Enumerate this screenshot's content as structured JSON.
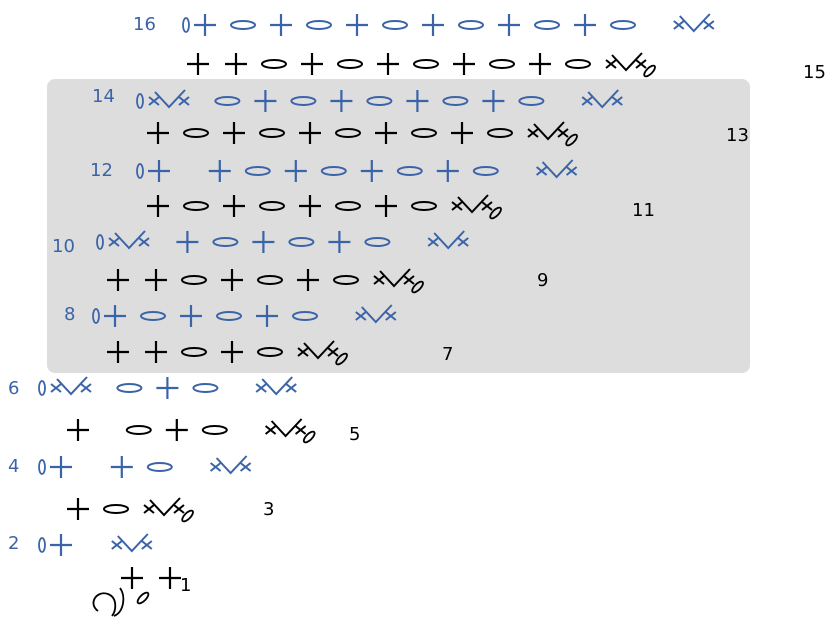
{
  "colors": {
    "even_rows": "#3b64a8",
    "odd_rows": "#000000",
    "repeat_box": "#dddddd"
  },
  "row_labels": {
    "r1": "1",
    "r2": "2",
    "r3": "3",
    "r4": "4",
    "r5": "5",
    "r6": "6",
    "r7": "7",
    "r8": "8",
    "r9": "9",
    "r10": "10",
    "r11": "11",
    "r12": "12",
    "r13": "13",
    "r14": "14",
    "r15": "15",
    "r16": "16"
  },
  "rows": [
    {
      "row": 1,
      "side": "right",
      "sequence": [
        "sc",
        "sc"
      ]
    },
    {
      "row": 2,
      "side": "left",
      "sequence": [
        "ch",
        "sc",
        "gap",
        "inc"
      ]
    },
    {
      "row": 3,
      "side": "right",
      "sequence": [
        "sc",
        "ch",
        "inc",
        "ch"
      ]
    },
    {
      "row": 4,
      "side": "left",
      "sequence": [
        "ch",
        "sc",
        "gap",
        "sc",
        "ch",
        "gap",
        "inc"
      ]
    },
    {
      "row": 5,
      "side": "right",
      "sequence": [
        "sc",
        "gap",
        "ch",
        "sc",
        "ch",
        "gap",
        "inc",
        "ch"
      ]
    },
    {
      "row": 6,
      "side": "left",
      "sequence": [
        "ch",
        "inc",
        "gap",
        "ch",
        "sc",
        "ch",
        "gap",
        "inc"
      ]
    },
    {
      "row": 7,
      "side": "right",
      "sequence": [
        "sc",
        "sc",
        "ch",
        "sc",
        "ch",
        "inc",
        "ch"
      ]
    },
    {
      "row": 8,
      "side": "left",
      "sequence": [
        "ch",
        "sc",
        "ch",
        "sc",
        "ch",
        "sc",
        "ch",
        "gap",
        "inc"
      ]
    },
    {
      "row": 9,
      "side": "right",
      "sequence": [
        "sc",
        "sc",
        "ch",
        "sc",
        "ch",
        "sc",
        "ch",
        "inc",
        "ch"
      ]
    },
    {
      "row": 10,
      "side": "left",
      "sequence": [
        "ch",
        "inc",
        "gap",
        "sc",
        "ch",
        "sc",
        "ch",
        "sc",
        "ch",
        "gap",
        "inc"
      ]
    },
    {
      "row": 11,
      "side": "right",
      "sequence": [
        "sc",
        "ch",
        "sc",
        "ch",
        "sc",
        "ch",
        "sc",
        "ch",
        "inc",
        "ch"
      ]
    },
    {
      "row": 12,
      "side": "left",
      "sequence": [
        "ch",
        "sc",
        "gap",
        "sc",
        "ch",
        "sc",
        "ch",
        "sc",
        "ch",
        "sc",
        "ch",
        "gap",
        "inc"
      ]
    },
    {
      "row": 13,
      "side": "right",
      "sequence": [
        "sc",
        "ch",
        "sc",
        "ch",
        "sc",
        "ch",
        "sc",
        "ch",
        "sc",
        "ch",
        "inc",
        "ch"
      ]
    },
    {
      "row": 14,
      "side": "left",
      "sequence": [
        "ch",
        "inc",
        "gap",
        "ch",
        "sc",
        "ch",
        "sc",
        "ch",
        "sc",
        "ch",
        "sc",
        "ch",
        "gap",
        "inc"
      ]
    },
    {
      "row": 15,
      "side": "right",
      "sequence": [
        "sc",
        "sc",
        "ch",
        "sc",
        "ch",
        "sc",
        "ch",
        "sc",
        "ch",
        "sc",
        "ch",
        "inc",
        "ch"
      ]
    },
    {
      "row": 16,
      "side": "left",
      "sequence": [
        "ch",
        "sc",
        "ch",
        "sc",
        "ch",
        "sc",
        "ch",
        "sc",
        "ch",
        "sc",
        "ch",
        "sc",
        "ch",
        "gap",
        "inc"
      ]
    }
  ],
  "foundation": {
    "symbols": [
      "magic-ring",
      "ch"
    ]
  }
}
